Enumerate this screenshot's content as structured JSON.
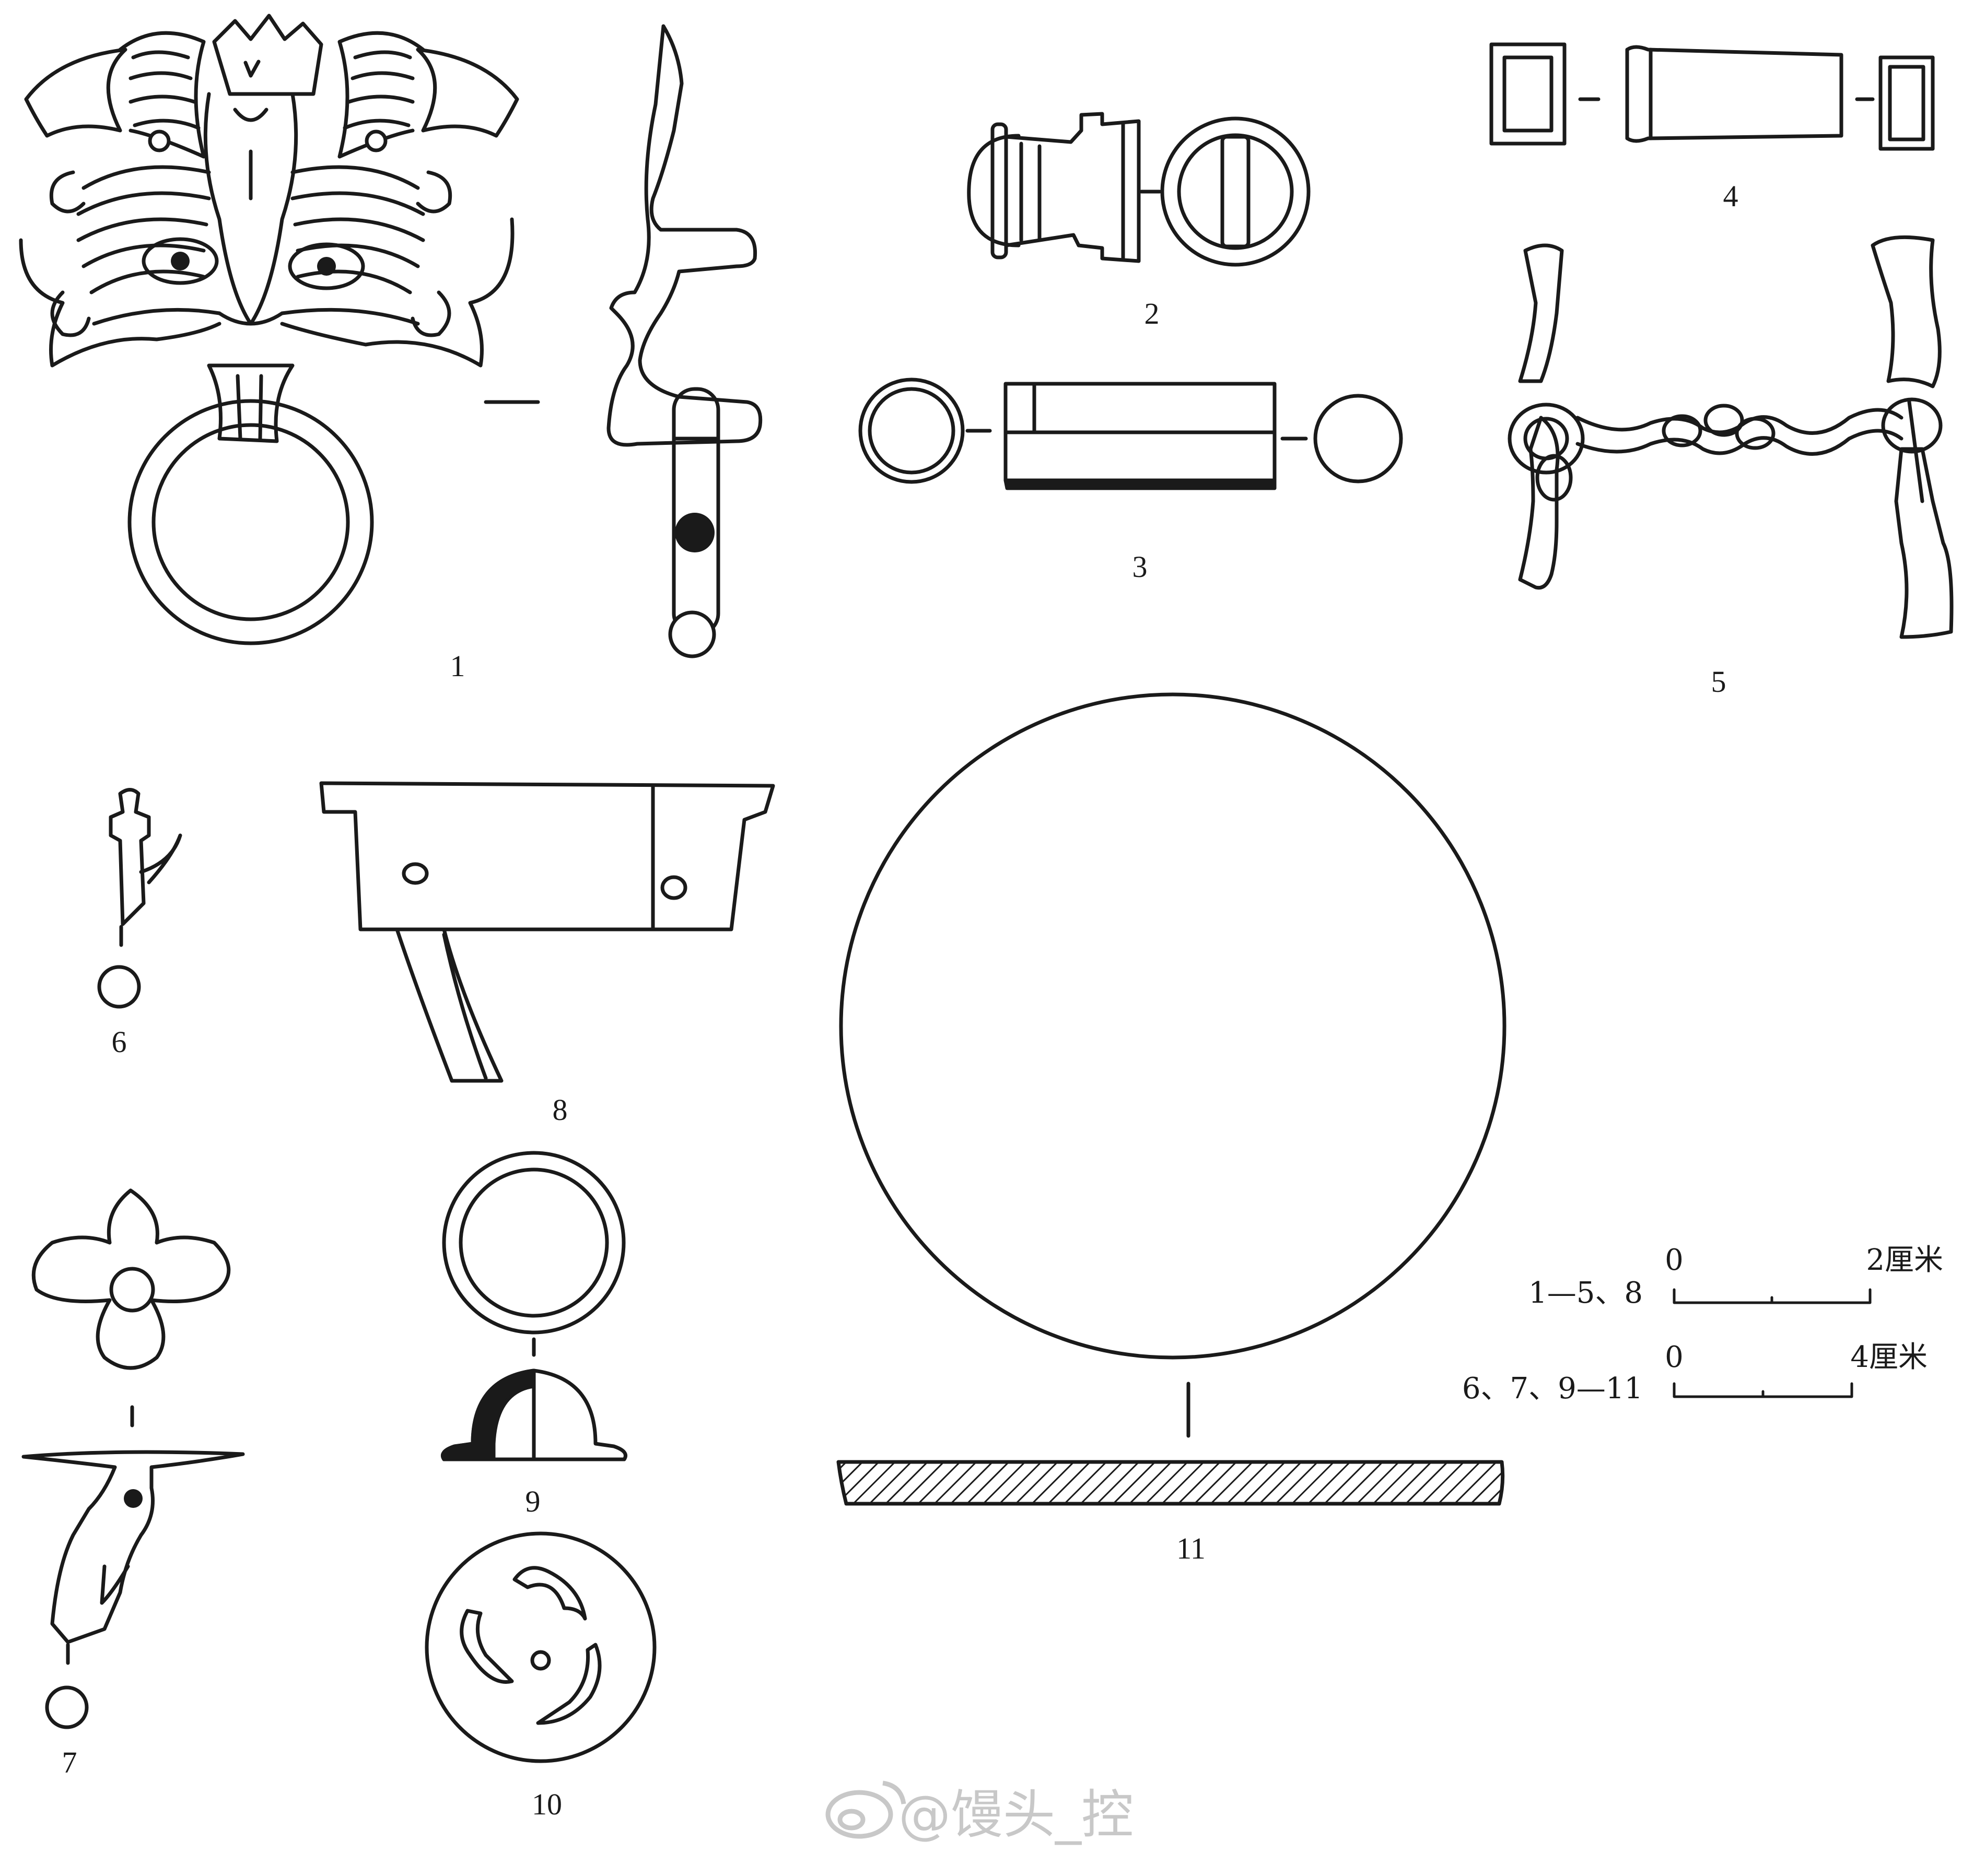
{
  "figure": {
    "labels": {
      "fig_1": "1",
      "fig_2": "2",
      "fig_3": "3",
      "fig_4": "4",
      "fig_5": "5",
      "fig_6": "6",
      "fig_7": "7",
      "fig_8": "8",
      "fig_9": "9",
      "fig_10": "10",
      "fig_11": "11"
    },
    "scale_bars": [
      {
        "applies_to": "1—5、8",
        "zero": "0",
        "max": "2厘米"
      },
      {
        "applies_to": "6、7、9—11",
        "zero": "0",
        "max": "4厘米"
      }
    ],
    "watermark": "@馒头_控"
  }
}
